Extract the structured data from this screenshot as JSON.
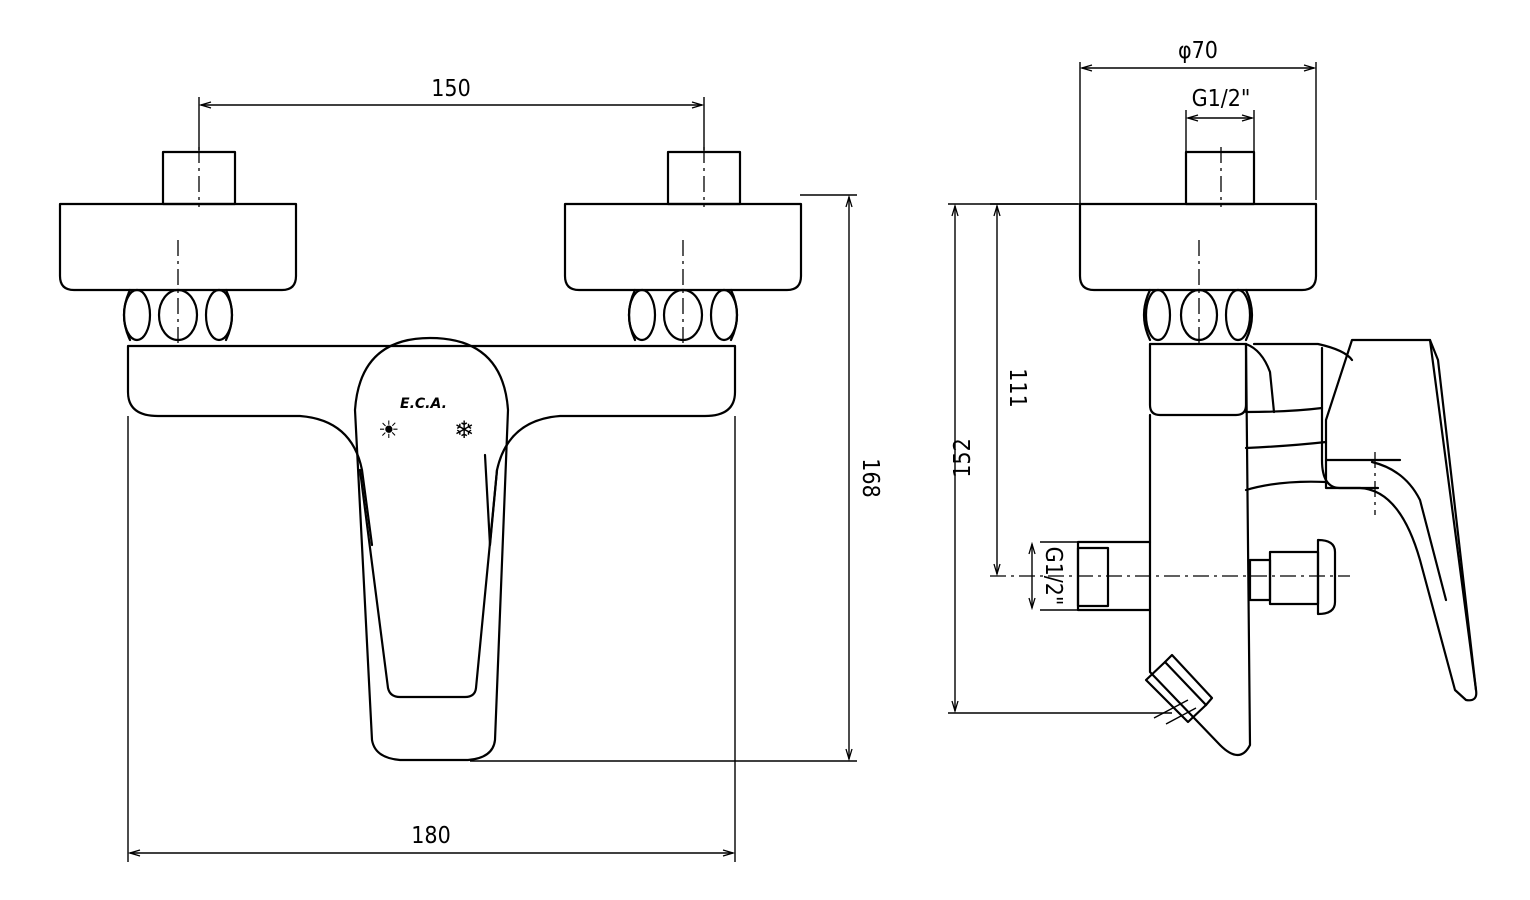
{
  "front_view": {
    "dim_inlet_spacing": "150",
    "dim_overall_width": "180",
    "dim_overall_height": "168",
    "logo": "E.C.A.",
    "hot_symbol": "☀",
    "cold_symbol": "❄"
  },
  "side_view": {
    "dim_diameter": "φ70",
    "dim_top_thread": "G1/2\"",
    "dim_height_to_outlet": "111",
    "dim_total_height": "152",
    "dim_outlet_thread": "G1/2\""
  }
}
